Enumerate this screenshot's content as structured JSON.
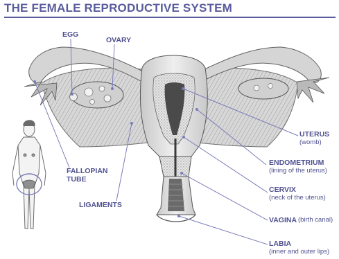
{
  "title": "THE FEMALE REPRODUCTIVE SYSTEM",
  "colors": {
    "label": "#4f5190",
    "title": "#5a5c9c",
    "leader": "#7a7cb8",
    "tissue": "#9a9a9a"
  },
  "labels": {
    "egg": "EGG",
    "ovary": "OVARY",
    "fallopian_line1": "FALLOPIAN",
    "fallopian_line2": "TUBE",
    "ligaments": "LIGAMENTS",
    "uterus": "UTERUS",
    "uterus_sub": "(womb)",
    "endometrium": "ENDOMETRIUM",
    "endometrium_sub": "(lining of the uterus)",
    "cervix": "CERVIX",
    "cervix_sub": "(neck of the uterus)",
    "vagina": "VAGINA",
    "vagina_sub": "(birth canal)",
    "labia": "LABIA",
    "labia_sub": "(inner and outer lips)"
  }
}
